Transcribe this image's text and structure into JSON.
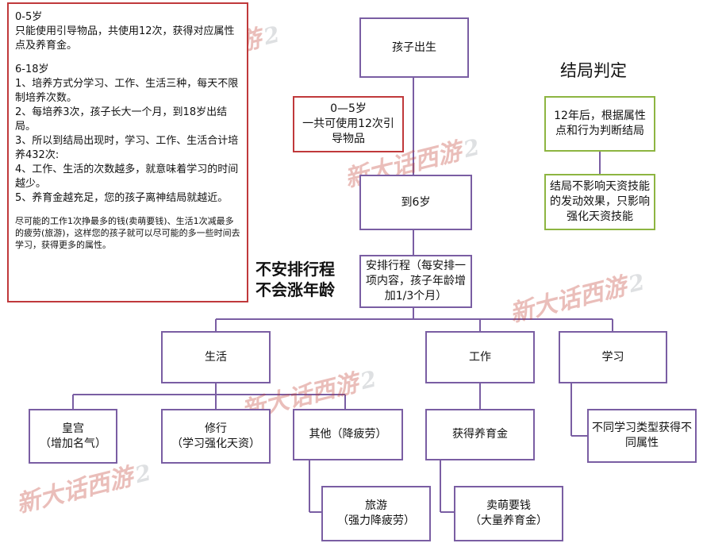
{
  "notes": {
    "age_0_5_title": "0-5岁",
    "age_0_5_text": "   只能使用引导物品，共使用12次，获得对应属性点及养育金。",
    "age_6_18_title": "6-18岁",
    "age_6_18_items": [
      "   1、培养方式分学习、工作、生活三种，每天不限制培养次数。",
      "   2、每培养3次，孩子长大一个月，到18岁出结局。",
      "   3、所以到结局出现时，学习、工作、生活合计培养432次:",
      "   4、工作、生活的次数越多，就意味着学习的时间越少。",
      "   5、养育金越充足，您的孩子离神结局就越近。"
    ],
    "tip": "尽可能的工作1次挣最多的钱(卖萌要钱)、生活1次减最多的疲劳(旅游)，这样您的孩子就可以尽可能的多一些时间去学习，获得更多的属性。"
  },
  "side_label": "不安排行程\n不会涨年龄",
  "ending_title": "结局判定",
  "nodes": {
    "birth": "孩子出生",
    "age05": "0—5岁\n一共可使用12次引导物品",
    "to6": "到6岁",
    "schedule": "安排行程（每安排一项内容，孩子年龄增加1/3个月）",
    "life": "生活",
    "work": "工作",
    "study": "学习",
    "palace": "皇宫\n（增加名气）",
    "practice": "修行\n（学习强化天资）",
    "other": "其他（降疲劳）",
    "earn": "获得养育金",
    "study_types": "不同学习类型获得不同属性",
    "travel": "旅游\n（强力降疲劳）",
    "cute": "卖萌要钱\n（大量养育金）",
    "ending1": "12年后，根据属性点和行为判断结局",
    "ending2": "结局不影响天资技能的发动效果，只影响强化天资技能"
  },
  "watermark": {
    "text": "新大话西游",
    "num": "2"
  },
  "colors": {
    "purple": "#7a5ea3",
    "red": "#c0393b",
    "green": "#8db541",
    "line": "#7a5ea3"
  }
}
